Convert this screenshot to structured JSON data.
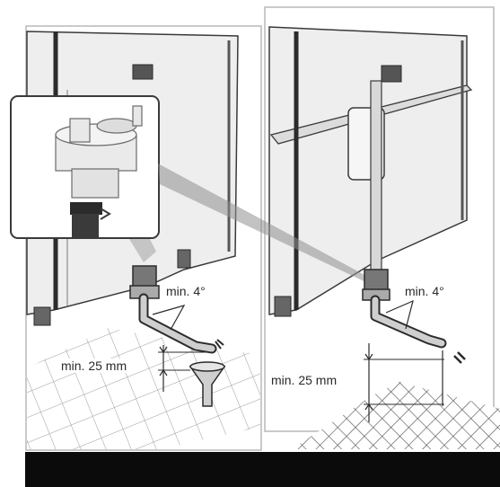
{
  "labels": {
    "left_angle": "min. 4°",
    "left_height": "min. 25 mm",
    "right_angle": "min. 4°",
    "right_height": "min. 25 mm"
  },
  "colors": {
    "line": "#3a3a3a",
    "panel_fill": "#efefef",
    "panel_dark": "#2b2b2b",
    "frame": "#b8b8b8",
    "bar": "#0b0b0b"
  }
}
